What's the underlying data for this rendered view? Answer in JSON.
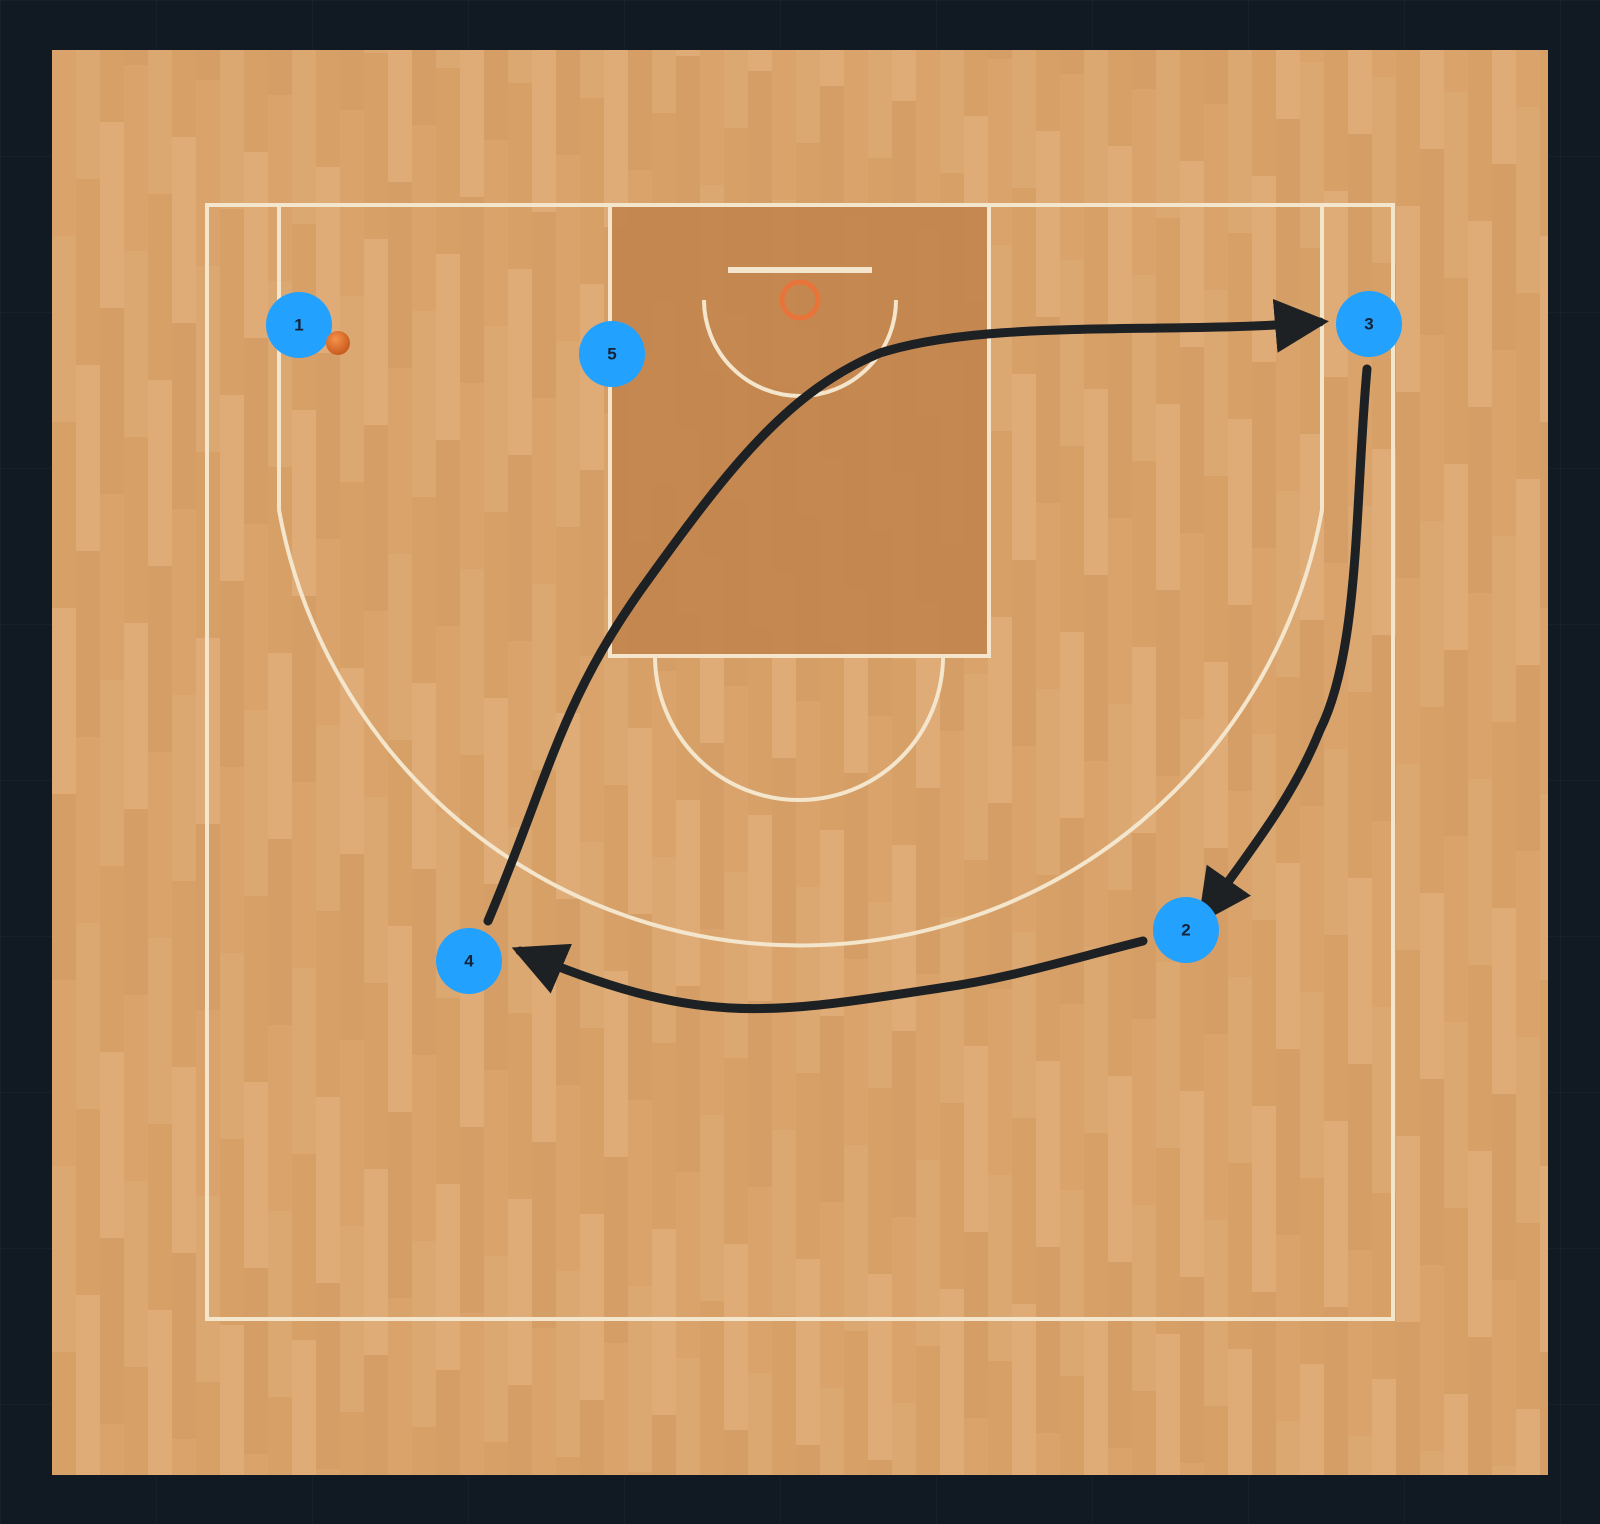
{
  "colors": {
    "background": "#111922",
    "court_wood": "#dba56e",
    "paint": "#c4864f",
    "court_lines": "#f4e6cc",
    "player": "#22a1ff",
    "player_text": "#13233a",
    "action_arrow": "#1e2124",
    "hoop": "#e8743a",
    "ball": "#e0702c"
  },
  "players": [
    {
      "id": "player-1",
      "label": "1",
      "has_ball": true
    },
    {
      "id": "player-2",
      "label": "2",
      "has_ball": false
    },
    {
      "id": "player-3",
      "label": "3",
      "has_ball": false
    },
    {
      "id": "player-4",
      "label": "4",
      "has_ball": false
    },
    {
      "id": "player-5",
      "label": "5",
      "has_ball": false
    }
  ],
  "actions": [
    {
      "id": "cut-4-to-3",
      "from": "4",
      "to": "3",
      "style": "solid-arrow"
    },
    {
      "id": "cut-3-to-2",
      "from": "3",
      "to": "2",
      "style": "solid-arrow"
    },
    {
      "id": "cut-2-to-4",
      "from": "2",
      "to": "4",
      "style": "solid-arrow"
    }
  ]
}
